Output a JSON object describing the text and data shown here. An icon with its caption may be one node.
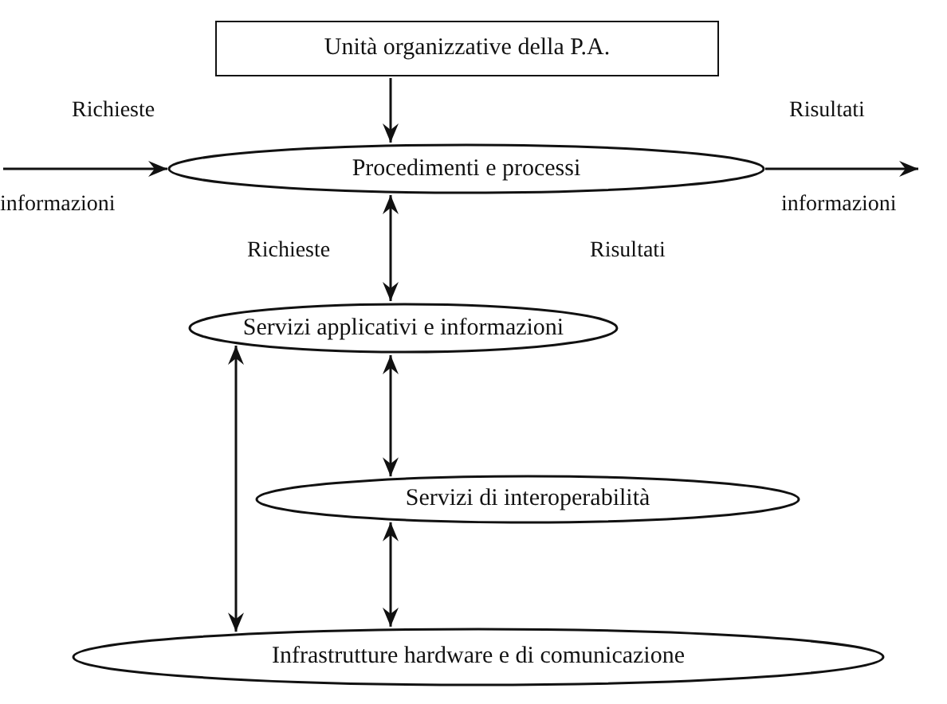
{
  "diagram": {
    "nodes": [
      {
        "text": [
          "Unità organizzative della P.A."
        ]
      },
      {
        "text": [
          "Procedimenti e processi"
        ]
      },
      {
        "text": [
          "Servizi applicativi e informazioni"
        ]
      },
      {
        "text": [
          "Servizi di interoperabilità"
        ]
      },
      {
        "text": [
          "Infrastrutture hardware e di comunicazione"
        ]
      }
    ],
    "edges": [
      {
        "from": 0,
        "to": 1,
        "arrow": "to"
      },
      {
        "from": null,
        "to": 1,
        "arrow": "to"
      },
      {
        "from": 1,
        "to": null,
        "arrow": "to"
      },
      {
        "from": 1,
        "to": 2,
        "arrow": "both"
      },
      {
        "from": 2,
        "to": 3,
        "arrow": "both"
      },
      {
        "from": 3,
        "to": 4,
        "arrow": "both"
      },
      {
        "from": 2,
        "to": 4,
        "arrow": "both"
      }
    ],
    "labels": [
      "Richieste",
      "Risultati",
      "informazioni",
      "informazioni",
      "Richieste",
      "Risultati"
    ]
  }
}
